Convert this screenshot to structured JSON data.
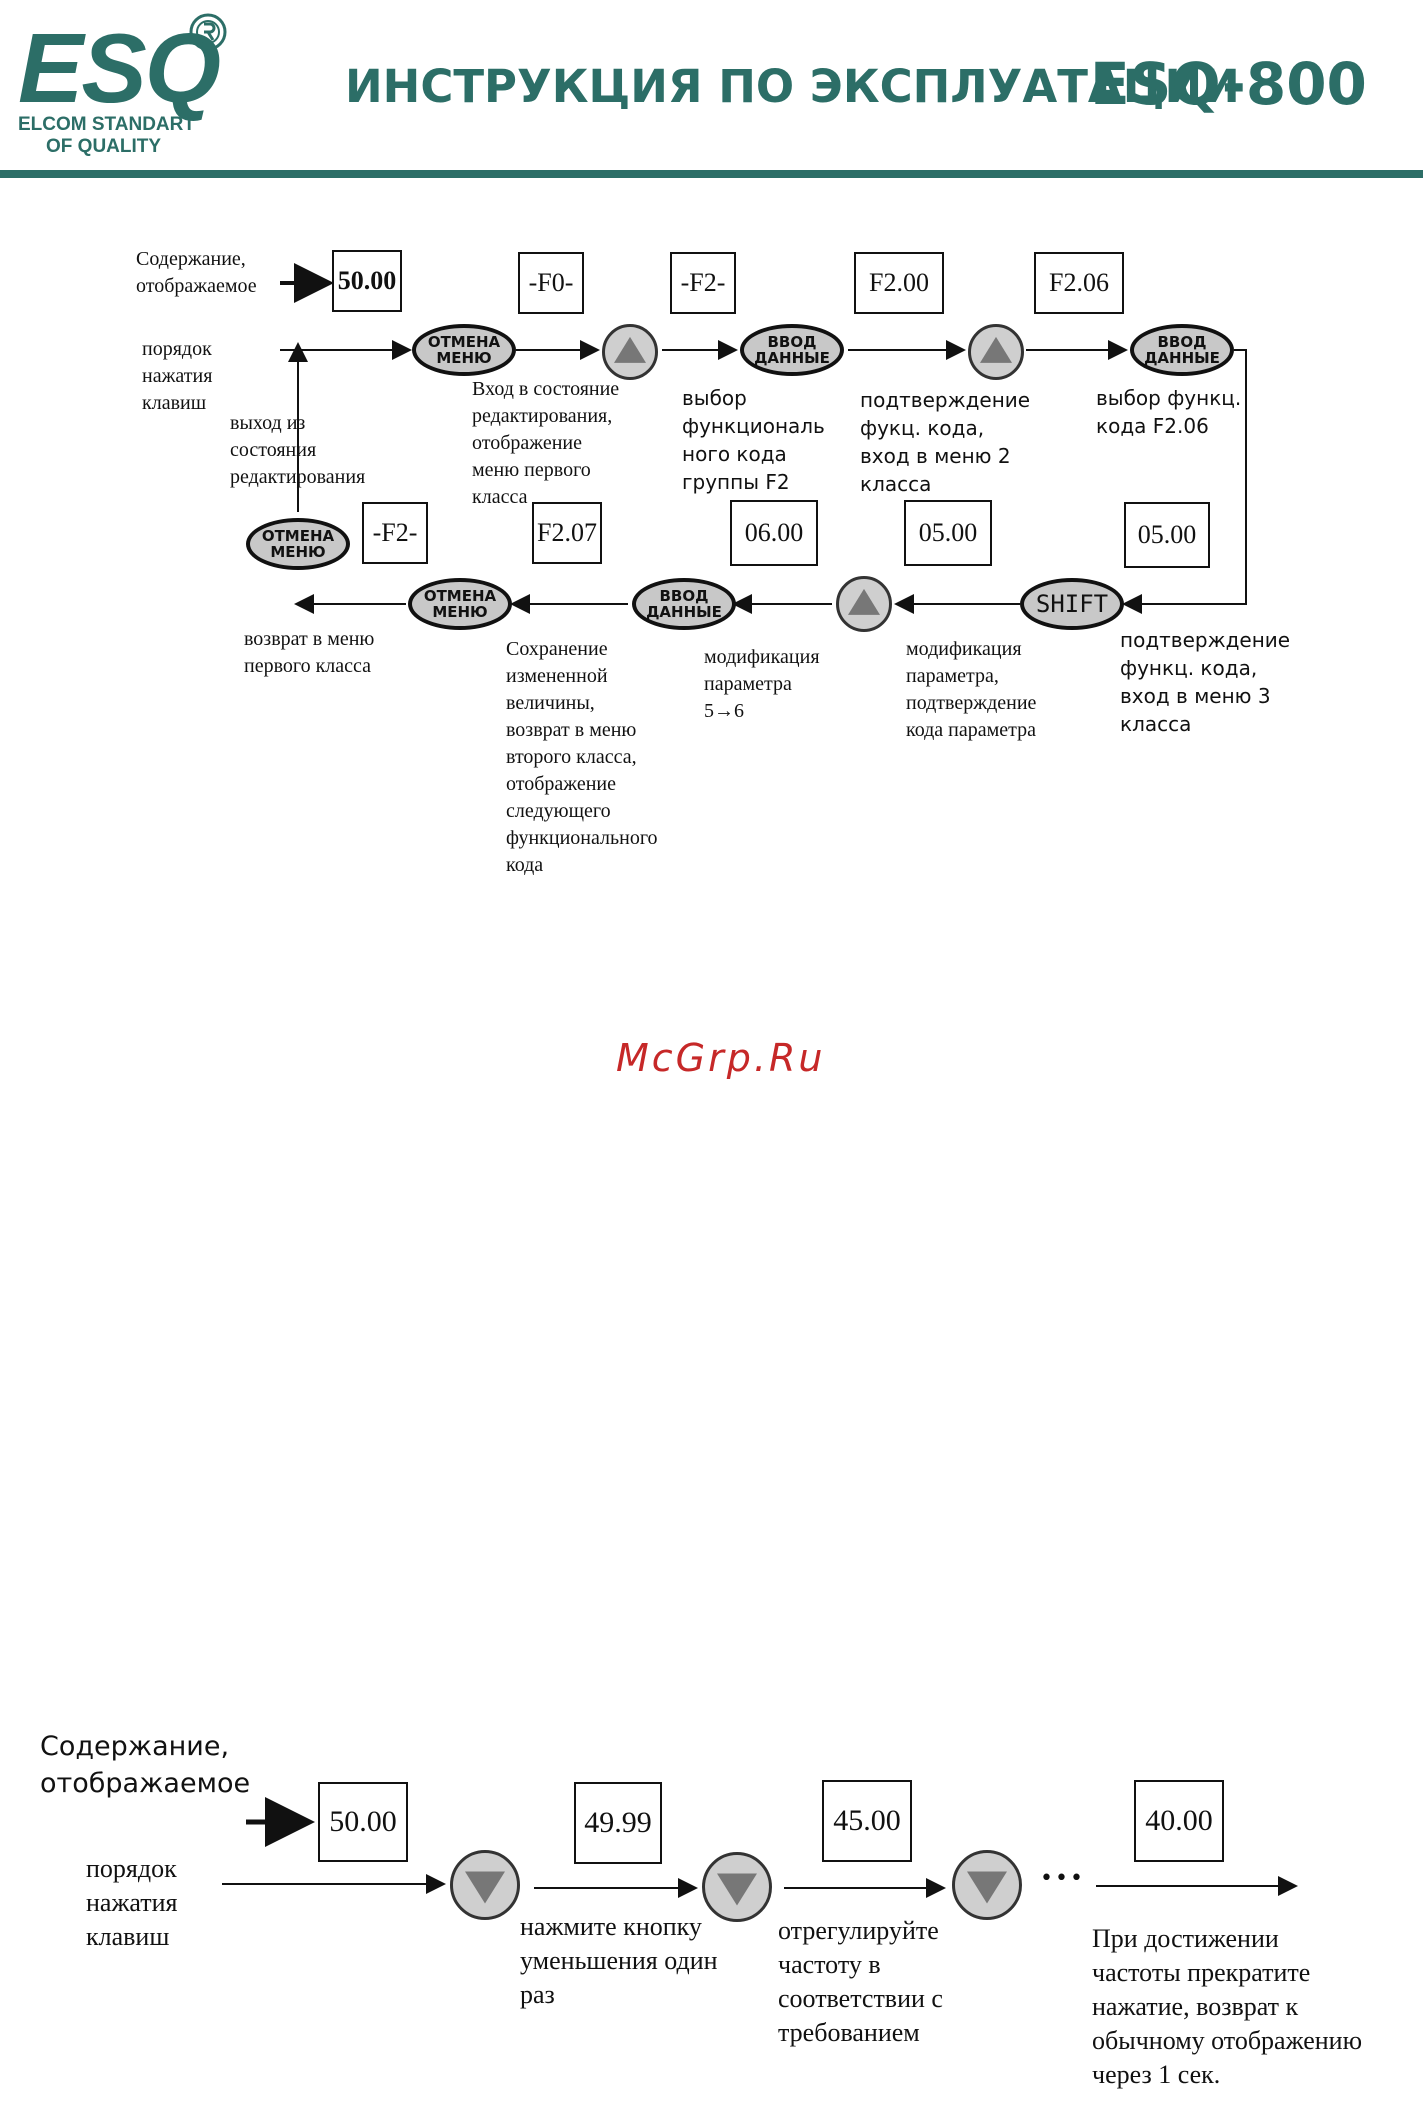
{
  "header": {
    "logo_text": "ESQ",
    "logo_line1": "ELCOM STANDART",
    "logo_line2": "OF QUALITY",
    "title": "ИНСТРУКЦИЯ ПО ЭКСПЛУАТАЦИИ",
    "model": "ESQ-800",
    "accent_color": "#2c6e67"
  },
  "diagram1": {
    "display_label": [
      "Содержание,",
      "отображаемое"
    ],
    "keys_label": [
      "порядок",
      "нажатия",
      "клавиш"
    ],
    "exit_label": [
      "выход из",
      "состояния",
      "редактирования"
    ],
    "displays_top": [
      "50.00",
      "-F0-",
      "-F2-",
      "F2.00",
      "F2.06"
    ],
    "displays_bottom": [
      "-F2-",
      "F2.07",
      "06.00",
      "05.00",
      "05.00"
    ],
    "key_menu": [
      "ОТМЕНА",
      "МЕНЮ"
    ],
    "key_enter": [
      "ВВОД",
      "ДАННЫЕ"
    ],
    "key_shift": "SHIFT",
    "notes": {
      "n1": [
        "Вход в состояние",
        "редактирования,",
        "отображение",
        "меню первого",
        "класса"
      ],
      "n2": [
        "выбор",
        "функциональ",
        "ного кода",
        "группы F2"
      ],
      "n3": [
        "подтверждение",
        "фукц. кода,",
        "вход в меню 2",
        "класса"
      ],
      "n4": [
        "выбор функц.",
        "кода F2.06"
      ],
      "n5": [
        "подтверждение",
        "функц. кода,",
        "вход в меню 3",
        "класса"
      ],
      "n6": [
        "модификация",
        "параметра,",
        "подтверждение",
        "кода параметра"
      ],
      "n7": [
        "модификация",
        "параметра",
        "5→6"
      ],
      "n8": [
        "Сохранение",
        "измененной",
        "величины,",
        "возврат в меню",
        "второго класса,",
        "отображение",
        "следующего",
        "функционального",
        "кода"
      ],
      "n9": [
        "возврат в меню",
        "первого класса"
      ]
    }
  },
  "watermark": "McGrp.Ru",
  "diagram2": {
    "display_label": [
      "Содержание,",
      "отображаемое"
    ],
    "keys_label": [
      "порядок",
      "нажатия",
      "клавиш"
    ],
    "displays": [
      "50.00",
      "49.99",
      "45.00",
      "40.00"
    ],
    "ellipsis": "•••",
    "notes": {
      "n1": [
        "нажмите кнопку",
        "уменьшения один",
        "раз"
      ],
      "n2": [
        "отрегулируйте",
        "частоту в",
        "соответствии с",
        "требованием"
      ],
      "n3": [
        "При достижении",
        "частоты прекратите",
        "нажатие, возврат к",
        "обычному отображению",
        "через 1 сек."
      ]
    }
  }
}
